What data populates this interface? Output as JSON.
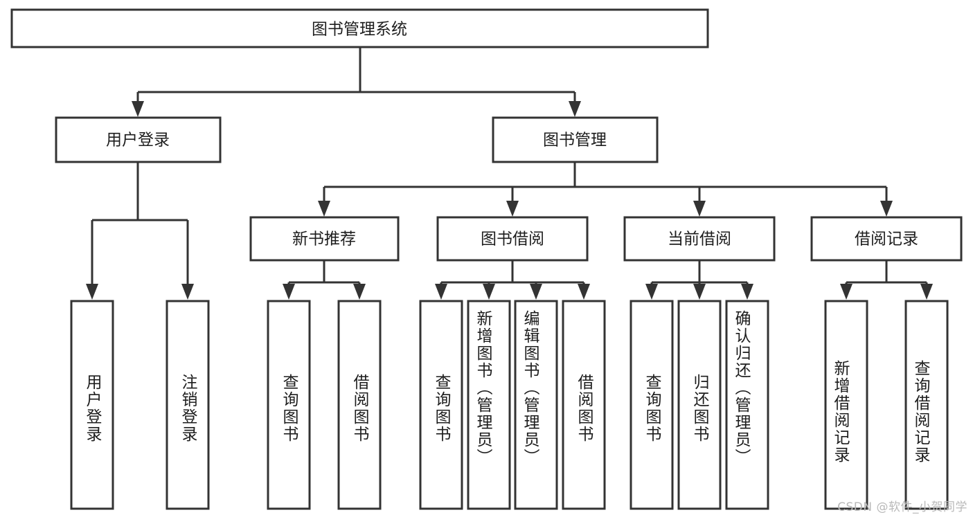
{
  "diagram": {
    "type": "tree",
    "title": "图书管理系统",
    "orientation": "top-down",
    "colors": {
      "stroke": "#333333",
      "fill": "#ffffff",
      "text": "#1d1d1d",
      "watermark": "#b9b9b9"
    },
    "root": {
      "label": "图书管理系统"
    },
    "level2": [
      {
        "label": "用户登录"
      },
      {
        "label": "图书管理"
      }
    ],
    "level3": [
      {
        "label": "新书推荐"
      },
      {
        "label": "图书借阅"
      },
      {
        "label": "当前借阅"
      },
      {
        "label": "借阅记录"
      }
    ],
    "leaves": {
      "user_login": [
        {
          "label": "用户登录"
        },
        {
          "label": "注销登录"
        }
      ],
      "new_book": [
        {
          "label": "查询图书"
        },
        {
          "label": "借阅图书"
        }
      ],
      "book_borrow": [
        {
          "label": "查询图书"
        },
        {
          "label": "新增图书（管理员）"
        },
        {
          "label": "编辑图书（管理员）"
        },
        {
          "label": "借阅图书"
        }
      ],
      "current_borrow": [
        {
          "label": "查询图书"
        },
        {
          "label": "归还图书"
        },
        {
          "label": "确认归还（管理员）"
        }
      ],
      "borrow_record": [
        {
          "label": "新增借阅记录"
        },
        {
          "label": "查询借阅记录"
        }
      ]
    }
  },
  "watermark": {
    "text": "CSDN @软件_小贺同学"
  }
}
